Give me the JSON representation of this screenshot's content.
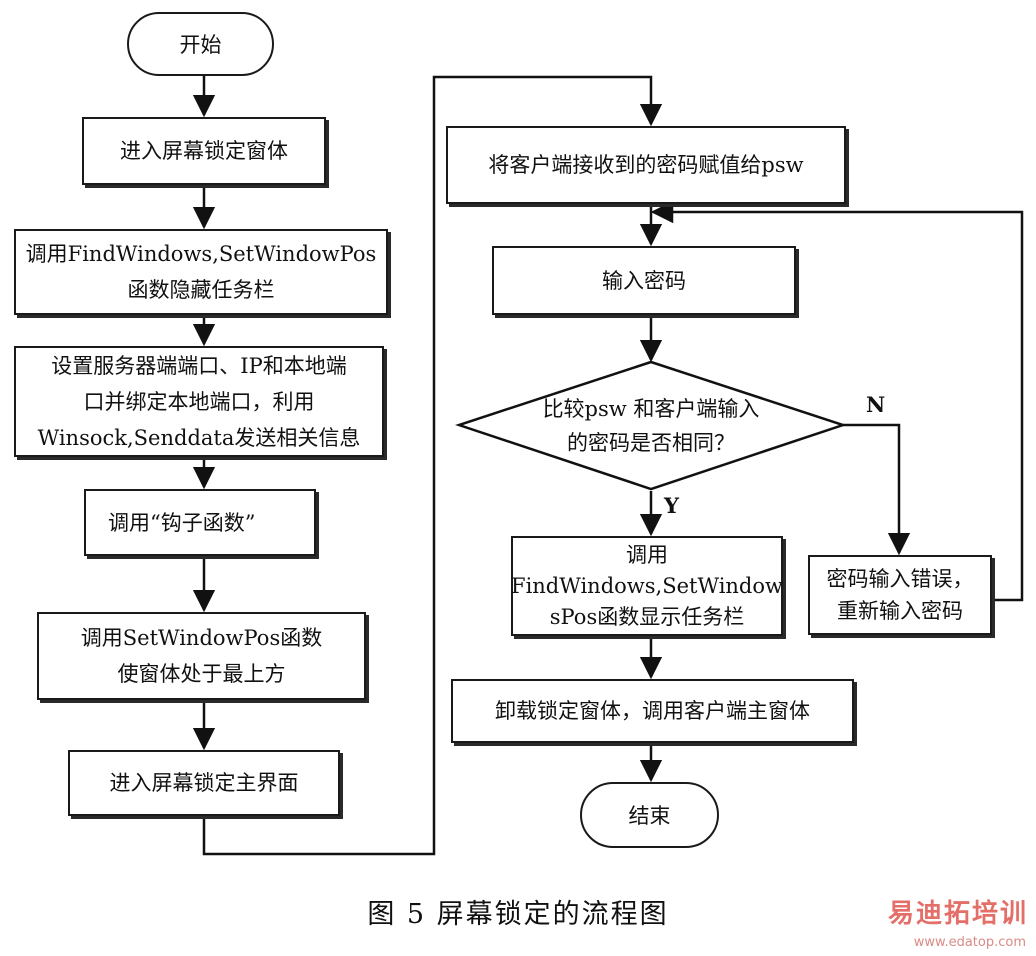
{
  "flowchart": {
    "start": "开始",
    "end": "结束",
    "left_column": [
      "进入屏幕锁定窗体",
      "调用FindWindows,SetWindowPos\n函数隐藏任务栏",
      "设置服务器端端口、IP和本地端\n口并绑定本地端口，利用\nWinsock,Senddata发送相关信息",
      "调用“钩子函数”",
      "调用SetWindowPos函数\n使窗体处于最上方",
      "进入屏幕锁定主界面"
    ],
    "right_column": {
      "assign": "将客户端接收到的密码赋值给psw",
      "input": "输入密码",
      "decision": "比较psw 和客户端输入\n的密码是否相同？",
      "yes_label": "Y",
      "no_label": "N",
      "show_taskbar": "调用\nFindWindows,SetWindow\nsPos函数显示任务栏",
      "error": "密码输入错误，\n重新输入密码",
      "unload": "卸载锁定窗体，调用客户端主窗体"
    }
  },
  "caption": "图 5   屏幕锁定的流程图",
  "watermark": {
    "brand": "易迪拓培训",
    "url": "www.edatop.com"
  }
}
